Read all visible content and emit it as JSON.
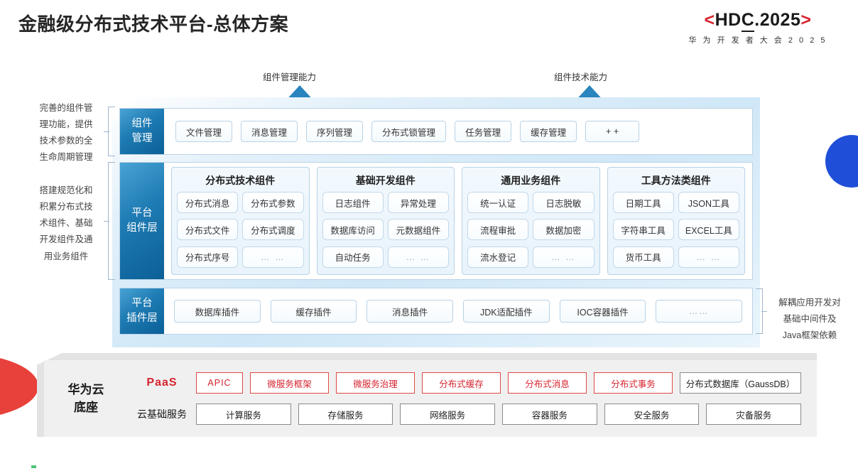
{
  "header": {
    "title": "金融级分布式技术平台-总体方案",
    "logo_bracket_left": "<",
    "logo_text_1": "HD",
    "logo_text_2": "C",
    "logo_text_3": ".2025",
    "logo_bracket_right": ">",
    "logo_subtitle": "华 为 开 发 者 大 会 2 0 2 5"
  },
  "arrows": [
    {
      "label": "组件管理能力"
    },
    {
      "label": "组件技术能力"
    }
  ],
  "left_notes": [
    "完善的组件管\n理功能，提供\n技术参数的全\n生命周期管理",
    "搭建规范化和\n积累分布式技\n术组件、基础\n开发组件及通\n用业务组件"
  ],
  "right_notes": [
    "解耦应用开发对\n基础中间件及\nJava框架依赖"
  ],
  "layers": {
    "manage": {
      "label_line1": "组件",
      "label_line2": "管理",
      "items": [
        "文件管理",
        "消息管理",
        "序列管理",
        "分布式锁管理",
        "任务管理",
        "缓存管理",
        "+ +"
      ]
    },
    "component": {
      "label_line1": "平台",
      "label_line2": "组件层",
      "groups": [
        {
          "title": "分布式技术组件",
          "items": [
            "分布式消息",
            "分布式参数",
            "分布式文件",
            "分布式调度",
            "分布式序号",
            "… …"
          ]
        },
        {
          "title": "基础开发组件",
          "items": [
            "日志组件",
            "异常处理",
            "数据库访问",
            "元数据组件",
            "自动任务",
            "… …"
          ]
        },
        {
          "title": "通用业务组件",
          "items": [
            "统一认证",
            "日志脱敏",
            "流程审批",
            "数据加密",
            "流水登记",
            "… …"
          ]
        },
        {
          "title": "工具方法类组件",
          "items": [
            "日期工具",
            "JSON工具",
            "字符串工具",
            "EXCEL工具",
            "货币工具",
            "… …"
          ]
        }
      ]
    },
    "plugin": {
      "label_line1": "平台",
      "label_line2": "插件层",
      "items": [
        "数据库插件",
        "缓存插件",
        "消息插件",
        "JDK适配插件",
        "IOC容器插件",
        "……"
      ]
    }
  },
  "cloud": {
    "title_line1": "华为云",
    "title_line2": "底座",
    "paas_tag": "PaaS",
    "paas_items": [
      {
        "label": "APIC",
        "style": "red"
      },
      {
        "label": "微服务框架",
        "style": "red"
      },
      {
        "label": "微服务治理",
        "style": "red"
      },
      {
        "label": "分布式缓存",
        "style": "red"
      },
      {
        "label": "分布式消息",
        "style": "red"
      },
      {
        "label": "分布式事务",
        "style": "red"
      },
      {
        "label": "分布式数据库（GaussDB）",
        "style": "grey"
      }
    ],
    "basic_tag": "云基础服务",
    "basic_items": [
      "计算服务",
      "存储服务",
      "网络服务",
      "容器服务",
      "安全服务",
      "灾备服务"
    ]
  },
  "colors": {
    "brand_red": "#d6232e",
    "brand_blue": "#1f7cb4",
    "accent_blue_dot": "#1f4fd8",
    "panel_grey": "#f0f0f0"
  }
}
